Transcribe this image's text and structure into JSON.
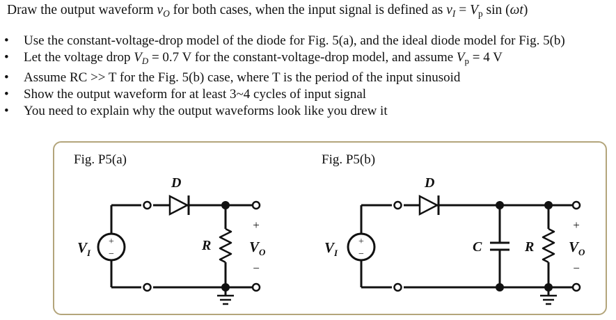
{
  "problem": {
    "intro": {
      "before_vo": "Draw the output waveform ",
      "vo_symbol": "v",
      "vo_sub": "O",
      "middle": " for both cases, when the input signal is defined as ",
      "vi_symbol": "v",
      "vi_sub": "I",
      "equals": " = ",
      "vp_symbol": "V",
      "vp_sub": "p",
      "sin_text": " sin (",
      "omega_t": "ωt",
      "close": ")"
    },
    "bullets": {
      "b1": "Use the constant-voltage-drop model of the diode for Fig. 5(a), and the ideal diode model for Fig. 5(b)",
      "b2_prefix": "Let the voltage drop ",
      "b2_vd": "V",
      "b2_vd_sub": "D",
      "b2_mid": " = 0.7 V for the constant-voltage-drop model, and assume ",
      "b2_vp": "V",
      "b2_vp_sub": "p",
      "b2_end": " = 4 V",
      "b3": "Assume RC >> T for the Fig. 5(b) case, where T is the period of the input sinusoid",
      "b4": "Show the output waveform for at least 3~4 cycles of input signal",
      "b5": "You need to explain why the output waveforms look like you drew it"
    }
  },
  "figures": {
    "a": {
      "caption": "Fig. P5(a)",
      "source_main": "V",
      "source_sub": "I",
      "source_plus": "+",
      "source_minus": "−",
      "diode": "D",
      "resistor": "R",
      "out_main": "V",
      "out_sub": "O",
      "out_plus": "+",
      "out_minus": "−"
    },
    "b": {
      "caption": "Fig. P5(b)",
      "source_main": "V",
      "source_sub": "I",
      "source_plus": "+",
      "source_minus": "−",
      "diode": "D",
      "capacitor": "C",
      "resistor": "R",
      "out_main": "V",
      "out_sub": "O",
      "out_plus": "+",
      "out_minus": "−"
    }
  }
}
